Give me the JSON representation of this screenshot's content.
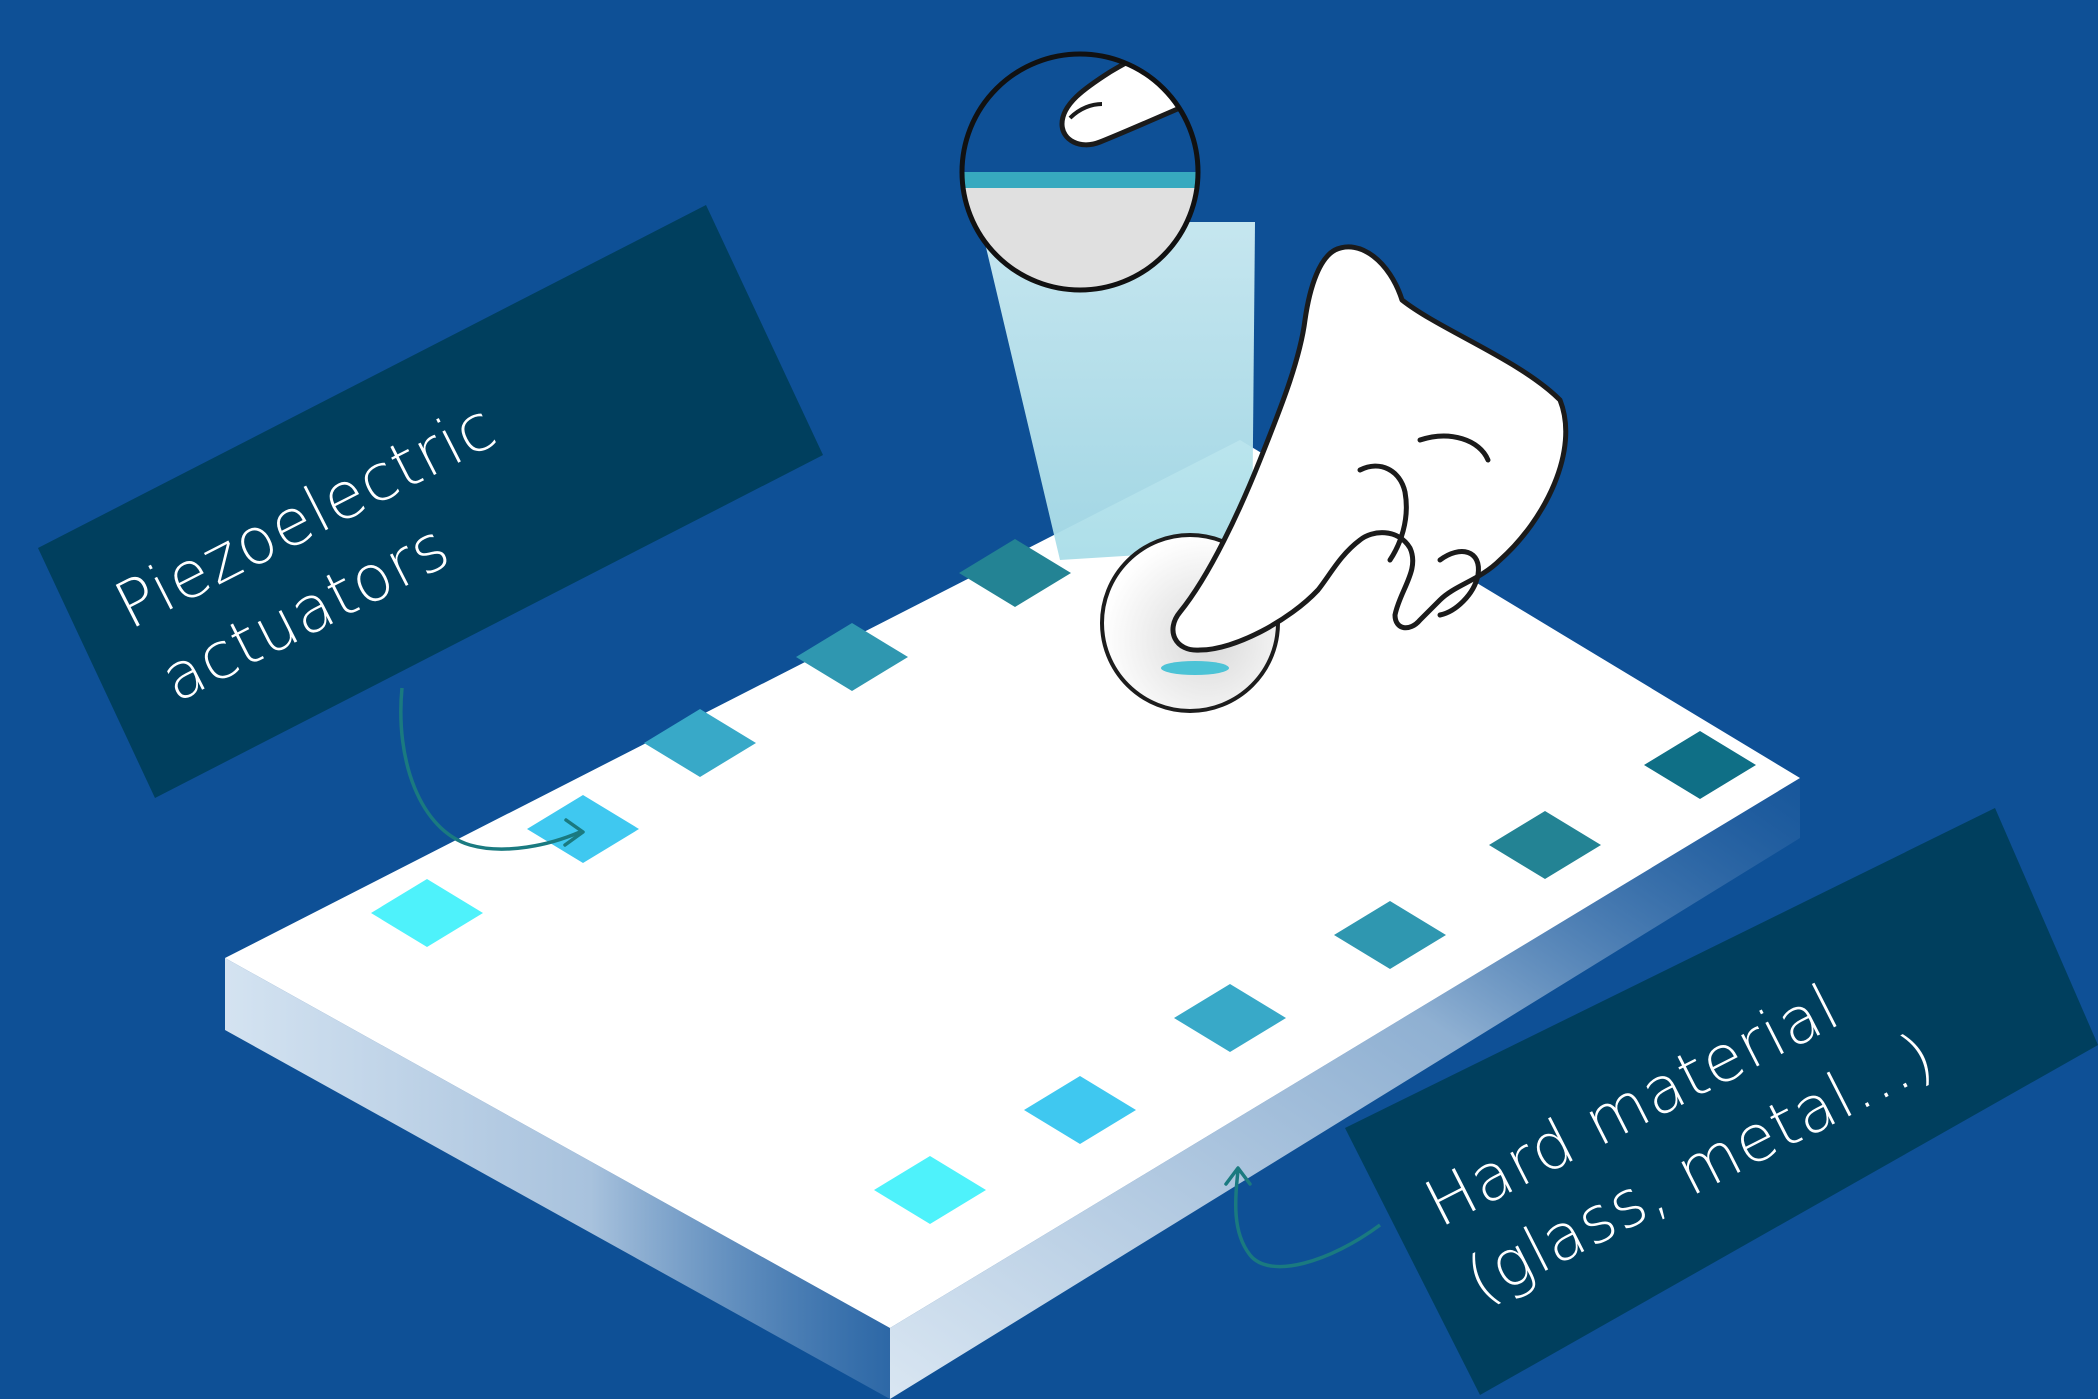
{
  "diagram": {
    "colors": {
      "background": "#0e5096",
      "callout_box": "#003f5e",
      "plate_top": "#ffffff",
      "plate_edge": "#c9dced",
      "connector": "#1a7a80",
      "beam": "#bfe6ee",
      "actuator_palette": [
        "#4ef2fb",
        "#3fc8f0",
        "#38a9c8",
        "#2f97b0",
        "#238394",
        "#0f6f86"
      ]
    },
    "callouts": {
      "actuators": {
        "line1": "Piezoelectric",
        "line2": "actuators"
      },
      "material": {
        "line1": "Hard material",
        "line2": "(glass, metal...)"
      }
    },
    "icons": {
      "magnifier": "magnifier-circle-icon",
      "fingertip": "fingertip-icon",
      "hand": "hand-pointing-icon"
    }
  }
}
